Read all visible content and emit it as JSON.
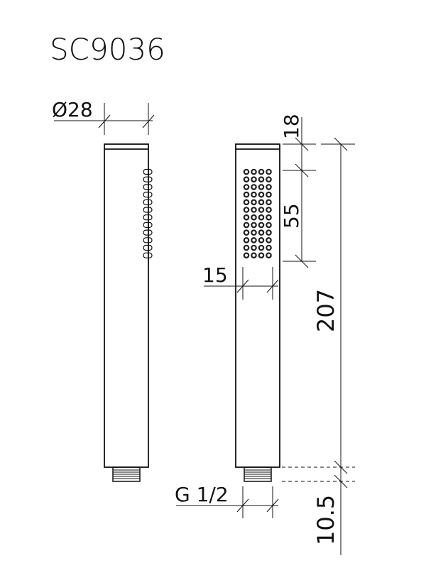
{
  "title": "SC9036",
  "views": {
    "side": {
      "name": "side view (nozzle side)"
    },
    "front": {
      "name": "front view (spray face)"
    }
  },
  "dimensions": {
    "diameter": "Ø28",
    "top_cap": "18",
    "spray_area_height": "55",
    "spray_area_width": "15",
    "overall_length": "207",
    "thread_length": "10.5",
    "thread_size": "G 1/2"
  },
  "spray_grid": {
    "columns": 4,
    "rows": 12
  },
  "colors": {
    "line": "#111111",
    "background": "#ffffff"
  }
}
